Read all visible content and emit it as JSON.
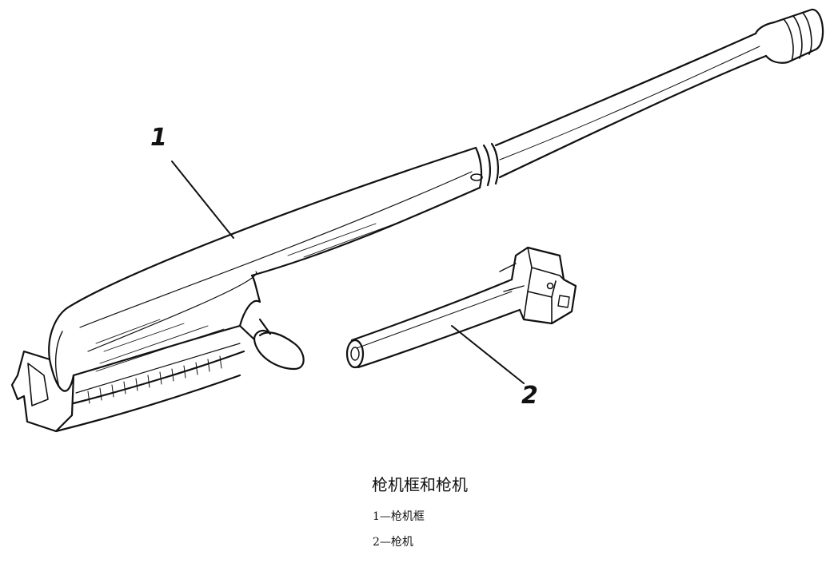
{
  "figure": {
    "callouts": [
      {
        "id": "1"
      },
      {
        "id": "2"
      }
    ]
  },
  "caption": {
    "title": "枪机框和枪机",
    "legend": [
      "1—枪机框",
      "2—枪机"
    ]
  }
}
